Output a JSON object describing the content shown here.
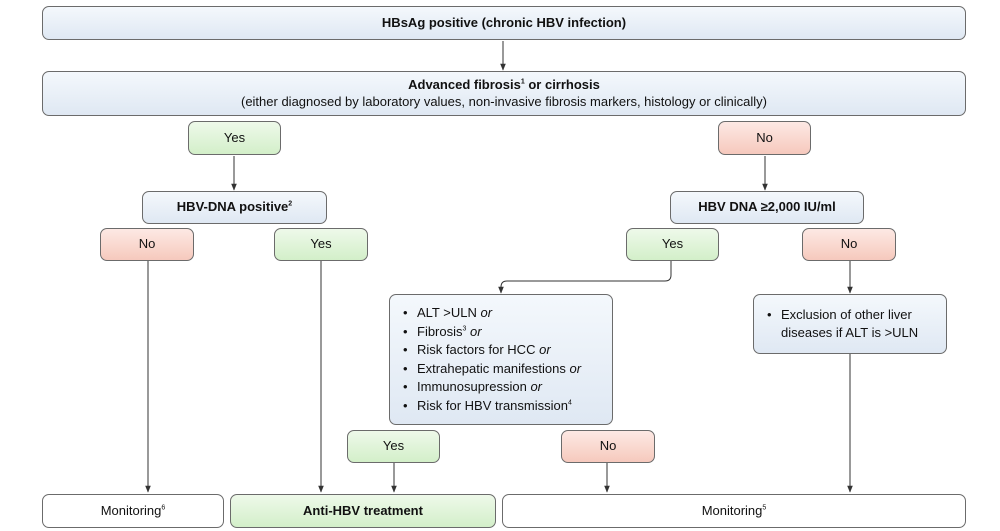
{
  "root": {
    "text": "HBsAg positive (chronic HBV infection)"
  },
  "fibrosis": {
    "title": "Advanced fibrosis",
    "title_sup": "1",
    "title_suffix": " or cirrhosis",
    "subtitle": "(either diagnosed by laboratory values, non-invasive fibrosis markers, histology or clinically)"
  },
  "left_branch": {
    "yes_label": "Yes",
    "dna_question": "HBV-DNA positive",
    "dna_question_sup": "2",
    "no_label": "No",
    "yes2_label": "Yes"
  },
  "right_branch": {
    "no_label": "No",
    "dna_question": "HBV DNA ≥2,000 IU/ml",
    "yes_label": "Yes",
    "no2_label": "No",
    "criteria": [
      {
        "text": "ALT >ULN",
        "sup": "",
        "conj": "or"
      },
      {
        "text": "Fibrosis",
        "sup": "3",
        "conj": "or"
      },
      {
        "text": "Risk factors for HCC",
        "sup": "",
        "conj": "or"
      },
      {
        "text": "Extrahepatic manifestions",
        "sup": "",
        "conj": "or"
      },
      {
        "text": "Immunosupression",
        "sup": "",
        "conj": "or"
      },
      {
        "text": "Risk for HBV transmission",
        "sup": "4",
        "conj": ""
      }
    ],
    "criteria_yes_label": "Yes",
    "criteria_no_label": "No",
    "exclusion_text": "Exclusion of other liver diseases if ALT is >ULN"
  },
  "outcomes": {
    "monitoring_left": "Monitoring",
    "monitoring_left_sup": "6",
    "treatment": "Anti-HBV treatment",
    "monitoring_right": "Monitoring",
    "monitoring_right_sup": "5"
  },
  "colors": {
    "blue_box": "#e6edf6",
    "green_box": "#dcf2d3",
    "red_box": "#f8d3c9",
    "border": "#6b6b6b",
    "arrow": "#333333"
  }
}
